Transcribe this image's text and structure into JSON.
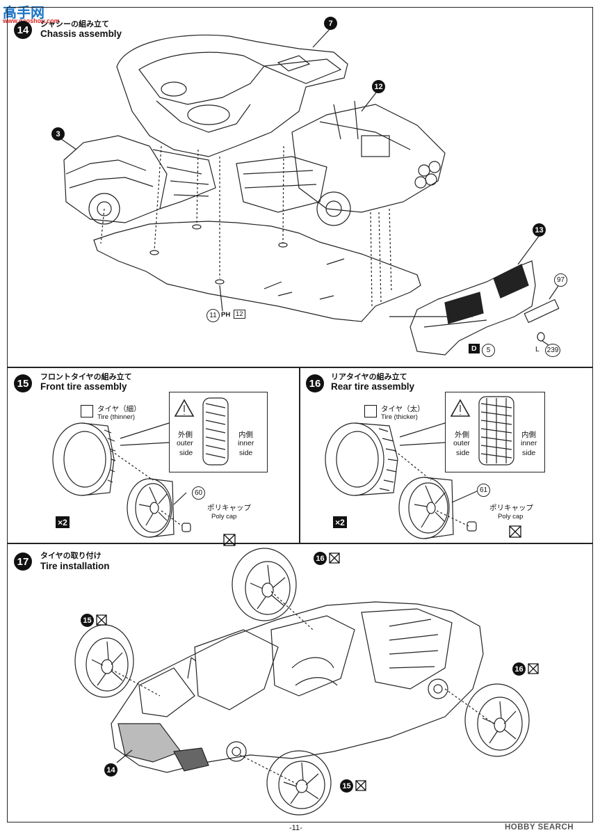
{
  "watermark": {
    "site_title": "高手网",
    "site_url": "www.gaoshou.com",
    "brand": "HOBBY SEARCH"
  },
  "step14": {
    "number": "14",
    "title_jp": "シャシーの組み立て",
    "title_en": "Chassis assembly",
    "parts": [
      "7",
      "12",
      "3",
      "13"
    ],
    "label_97": "97",
    "label_11": "11",
    "label_ph": "PH",
    "label_12": "12",
    "label_d": "D",
    "label_5": "5",
    "label_l": "L",
    "label_239": "239"
  },
  "step15": {
    "number": "15",
    "title_jp": "フロントタイヤの組み立て",
    "title_en": "Front tire assembly",
    "tire_jp": "タイヤ（細）",
    "tire_en": "Tire (thinner)",
    "outer_jp": "外側",
    "outer_en1": "outer",
    "outer_en2": "side",
    "inner_jp": "内側",
    "inner_en1": "inner",
    "inner_en2": "side",
    "wheel_part": "60",
    "cap_jp": "ポリキャップ",
    "cap_en": "Poly cap",
    "times": "×2"
  },
  "step16": {
    "number": "16",
    "title_jp": "リアタイヤの組み立て",
    "title_en": "Rear tire assembly",
    "tire_jp": "タイヤ（太）",
    "tire_en": "Tire (thicker)",
    "outer_jp": "外側",
    "outer_en1": "outer",
    "outer_en2": "side",
    "inner_jp": "内側",
    "inner_en1": "inner",
    "inner_en2": "side",
    "wheel_part": "61",
    "cap_jp": "ポリキャップ",
    "cap_en": "Poly cap",
    "times": "×2"
  },
  "step17": {
    "number": "17",
    "title_jp": "タイヤの取り付け",
    "title_en": "Tire installation",
    "labels": [
      "16",
      "15",
      "16",
      "14",
      "15"
    ]
  },
  "footer": {
    "page": "-11-"
  }
}
